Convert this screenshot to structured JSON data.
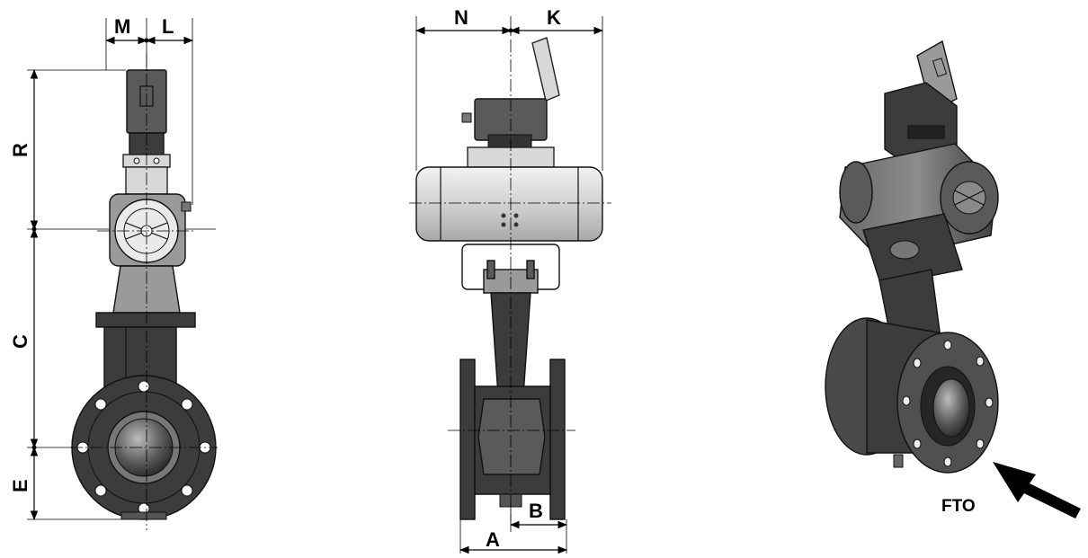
{
  "dimensions": {
    "M": "M",
    "L": "L",
    "R": "R",
    "C": "C",
    "E": "E",
    "N": "N",
    "K": "K",
    "A": "A",
    "B": "B"
  },
  "flow_label": "FTO",
  "colors": {
    "line": "#000000",
    "valve_body": "#3c3c3c",
    "actuator": "#d8d8d8",
    "background": "#ffffff"
  }
}
